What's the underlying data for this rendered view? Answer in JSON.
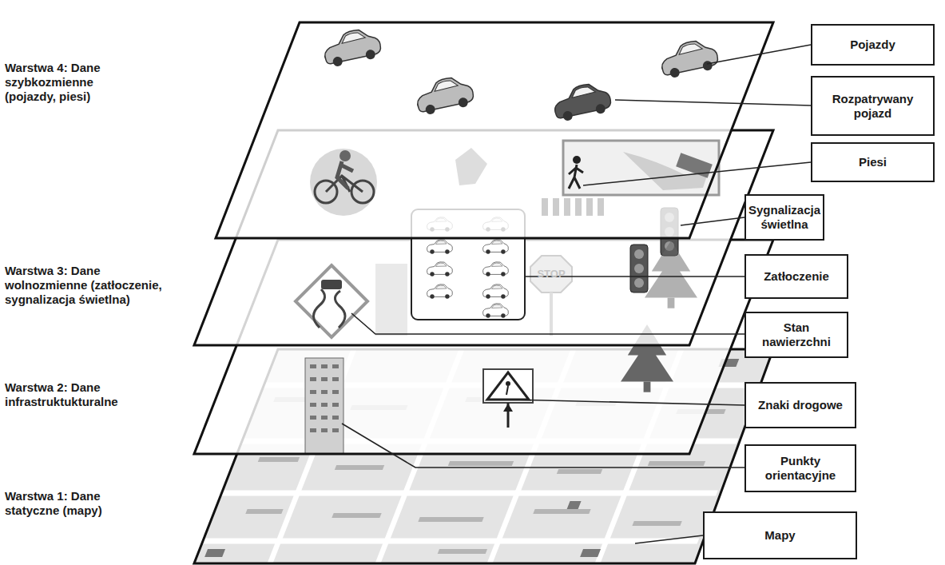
{
  "diagram": {
    "nodes": [
      {
        "text": [
          "Pojazdy"
        ]
      },
      {
        "text": [
          "Rozpatrywany pojazd"
        ]
      },
      {
        "text": [
          "Piesi"
        ]
      },
      {
        "text": [
          "Sygnalizacja świetlna"
        ]
      },
      {
        "text": [
          "Zatłoczenie"
        ]
      },
      {
        "text": [
          "Stan nawierzchni"
        ]
      },
      {
        "text": [
          "Znaki drogowe"
        ]
      },
      {
        "text": [
          "Punkty orientacyjne"
        ]
      },
      {
        "text": [
          "Mapy"
        ]
      }
    ],
    "labels": [
      "Warstwa 4: Dane szybkozmienne (pojazdy, piesi)",
      "Warstwa 3: Dane wolnozmienne (zatłoczenie, sygnalizacja świetlna)",
      "Warstwa 2: Dane infrastruktukturalne",
      "Warstwa 1: Dane statyczne (mapy)",
      "STOP"
    ]
  }
}
